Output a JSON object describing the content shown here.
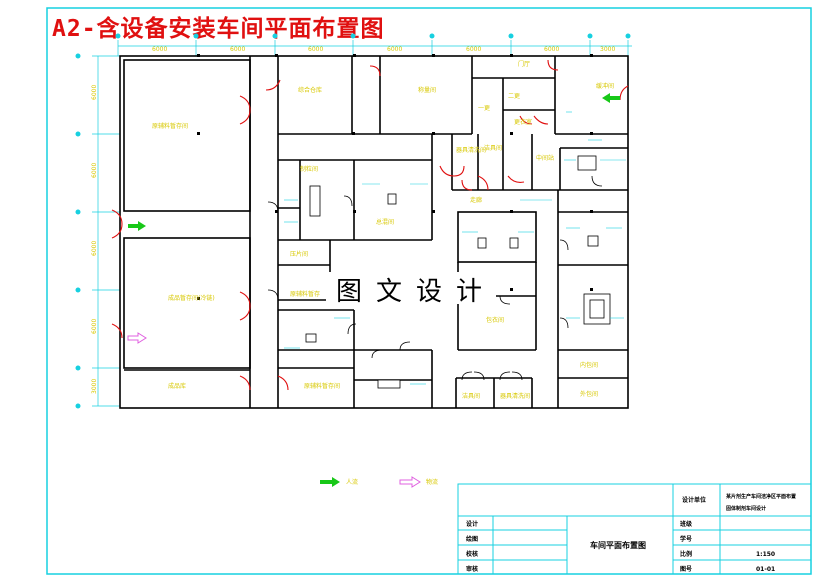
{
  "title": "A2-含设备安装车间平面布置图",
  "watermark": "图文设计",
  "colors": {
    "frame": "#17d0e0",
    "wall": "#000000",
    "door": "#e01010",
    "room_text": "#d8c800",
    "dim": "#18d2e2",
    "arrow_in": "#18c818",
    "arrow_out": "#e060e0"
  },
  "dimensions_top": [
    "6000",
    "6000",
    "6000",
    "6000",
    "6000",
    "6000",
    "3000"
  ],
  "dimensions_left": [
    "6000",
    "6000",
    "6000",
    "6000",
    "3000"
  ],
  "rooms": [
    {
      "label": "原辅料暂存间"
    },
    {
      "label": "综合仓库"
    },
    {
      "label": "称量间"
    },
    {
      "label": "成品库"
    },
    {
      "label": "成品暂存间(冷链)"
    },
    {
      "label": "原辅料暂存"
    },
    {
      "label": "缓冲间"
    },
    {
      "label": "更衣室"
    },
    {
      "label": "制粒间"
    },
    {
      "label": "总混间"
    },
    {
      "label": "压片间"
    },
    {
      "label": "包衣间"
    },
    {
      "label": "内包间"
    },
    {
      "label": "外包间"
    },
    {
      "label": "洁具间"
    },
    {
      "label": "器具清洗间"
    },
    {
      "label": "中间站"
    },
    {
      "label": "走廊"
    },
    {
      "label": "二更"
    },
    {
      "label": "一更"
    },
    {
      "label": "门厅"
    }
  ],
  "legend": {
    "in_label": "人流",
    "out_label": "物流"
  },
  "title_block": {
    "design_unit_label": "设计单位",
    "design_unit": "某片剂生产车间洁净区平面布置",
    "project": "固体制剂车间设计",
    "drawing_name": "车间平面布置图",
    "left_labels": [
      "设计",
      "绘图",
      "校核",
      "审核"
    ],
    "right_labels": [
      "班级",
      "学号",
      "比例",
      "图号"
    ],
    "scale": "1:150",
    "drawing_no": "01-01"
  }
}
